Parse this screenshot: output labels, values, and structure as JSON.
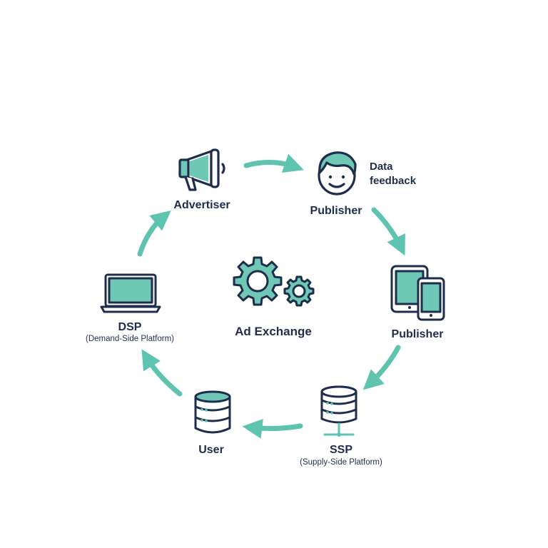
{
  "nodes": {
    "advertiser": {
      "label": "Advertiser",
      "icon": "megaphone-icon"
    },
    "publisher_top": {
      "label": "Publisher",
      "icon": "person-face-icon"
    },
    "data_feedback": {
      "line1": "Data",
      "line2": "feedback"
    },
    "publisher_right": {
      "label": "Publisher",
      "icon": "tablet-phone-icon"
    },
    "ssp": {
      "label": "SSP",
      "sublabel": "(Supply-Side Platform)",
      "icon": "server-network-icon"
    },
    "user": {
      "label": "User",
      "icon": "database-icon"
    },
    "dsp": {
      "label": "DSP",
      "sublabel": "(Demand-Side Platform)",
      "icon": "laptop-icon"
    },
    "ad_exchange": {
      "label": "Ad Exchange",
      "icon": "gears-icon"
    }
  },
  "colors": {
    "accent": "#5ec4b0",
    "accent_fill": "#6fc7b5",
    "outline": "#1f2d4d",
    "text": "#1f2d4d"
  }
}
